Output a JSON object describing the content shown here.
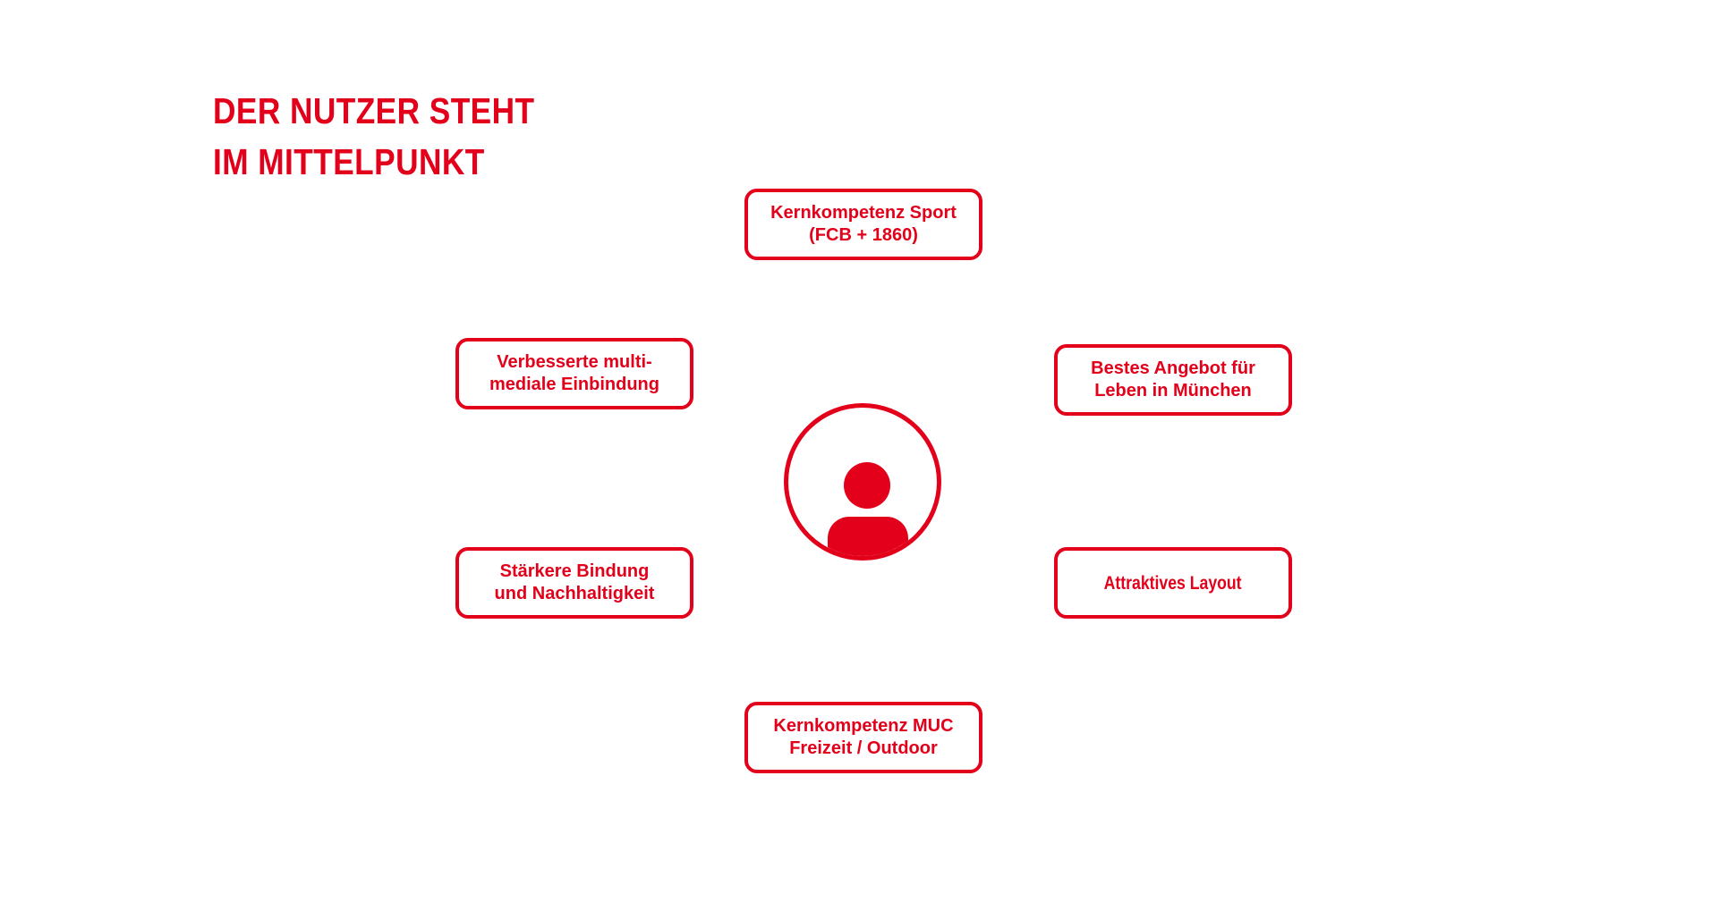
{
  "heading": {
    "line1": "DER NUTZER STEHT",
    "line2": "IM MITTELPUNKT"
  },
  "center": {
    "icon": "user-icon"
  },
  "nodes": {
    "top": {
      "line1": "Kernkompetenz Sport",
      "line2": "(FCB + 1860)"
    },
    "upper_left": {
      "line1": "Verbesserte multi-",
      "line2": "mediale Einbindung"
    },
    "upper_right": {
      "line1": "Bestes Angebot für",
      "line2": "Leben in München"
    },
    "lower_left": {
      "line1": "Stärkere Bindung",
      "line2": "und Nachhaltigkeit"
    },
    "lower_right": {
      "line1": "Attraktives Layout"
    },
    "bottom": {
      "line1": "Kernkompetenz MUC",
      "line2": "Freizeit / Outdoor"
    }
  },
  "colors": {
    "accent": "#e2001a",
    "background": "#ffffff"
  }
}
